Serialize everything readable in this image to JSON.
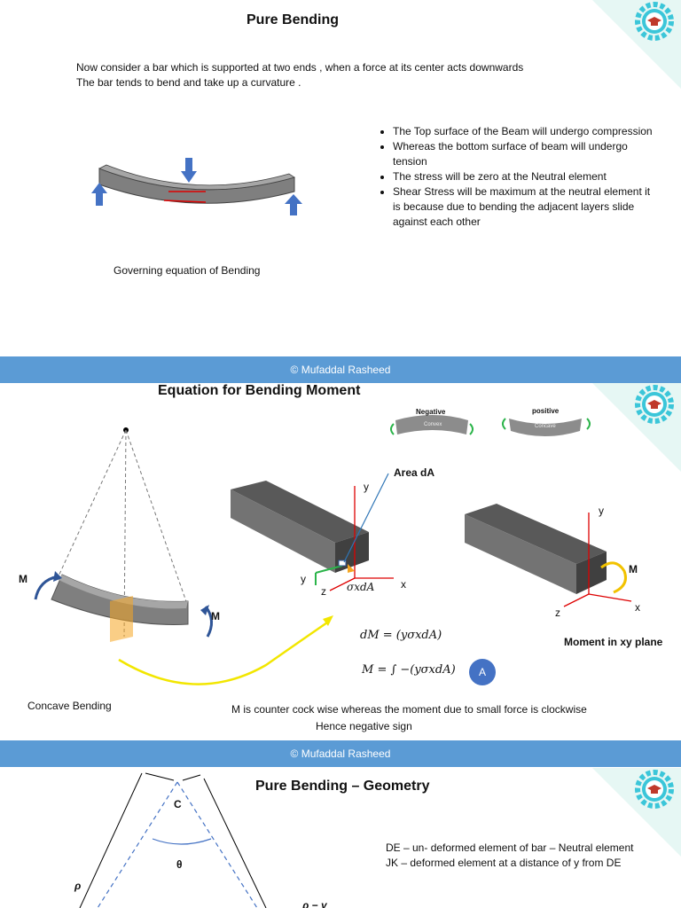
{
  "footer_text": "© Mufaddal Rasheed",
  "slide1": {
    "title": "Pure Bending",
    "intro_line1": "Now consider a bar which is supported at two ends , when a force at its center acts downwards",
    "intro_line2": "The bar tends to bend and take up a curvature .",
    "bullets": [
      "The Top surface of the Beam will undergo compression",
      "Whereas the bottom surface of beam will undergo tension",
      "The stress will be zero at the Neutral element",
      "Shear Stress will be maximum at the neutral element it is because  due to bending the adjacent layers slide against each other"
    ],
    "governing": "Governing equation of Bending"
  },
  "slide2": {
    "title": "Equation for Bending Moment",
    "negative_label": "Negative",
    "positive_label": "positive",
    "convex_label": "Convex",
    "concave_label": "Concave",
    "area_label": "Area dA",
    "axis_y": "y",
    "axis_x": "x",
    "axis_z": "z",
    "moment_m": "M",
    "sigma_label": "σxdA",
    "eq1": "dM = (yσxdA)",
    "eq2": "M = ∫ −(yσxdA)",
    "badge": "A",
    "moment_plane": "Moment in xy plane",
    "concave_bending": "Concave  Bending",
    "note_line1": "M is counter cock wise whereas the moment due to small force is clockwise",
    "note_line2": "Hence negative sign"
  },
  "slide3": {
    "title": "Pure Bending – Geometry",
    "desc1": "DE – un- deformed element of bar – Neutral element",
    "desc2": "JK – deformed element at a distance of y from DE",
    "c_label": "C",
    "theta_label": "θ",
    "rho_label": "ρ",
    "rho_y_label": "ρ − y"
  },
  "colors": {
    "footer": "#5b9bd5",
    "accent_teal": "#e6f7f4",
    "badge": "#4472c4",
    "arrow_blue": "#4472c4",
    "curve_yellow": "#f2e600"
  }
}
